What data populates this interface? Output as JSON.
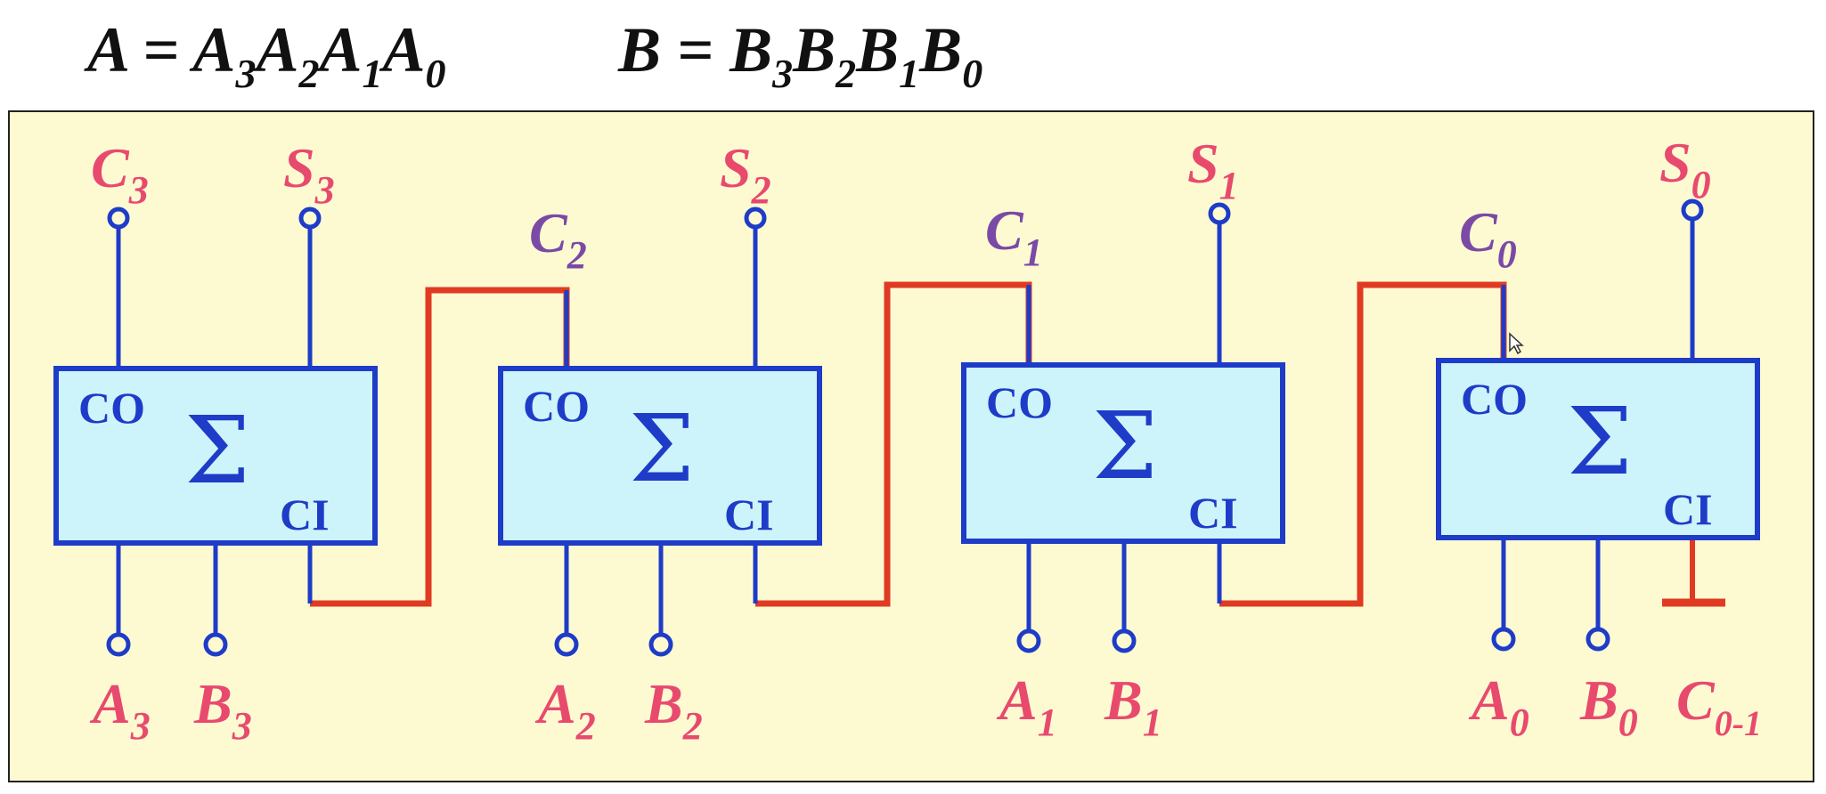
{
  "formula": {
    "a": {
      "base": "A",
      "equals": " = ",
      "terms": [
        {
          "letter": "A",
          "sub": "3"
        },
        {
          "letter": "A",
          "sub": "2"
        },
        {
          "letter": "A",
          "sub": "1"
        },
        {
          "letter": "A",
          "sub": "0"
        }
      ]
    },
    "b": {
      "base": "B",
      "equals": " = ",
      "terms": [
        {
          "letter": "B",
          "sub": "3"
        },
        {
          "letter": "B",
          "sub": "2"
        },
        {
          "letter": "B",
          "sub": "1"
        },
        {
          "letter": "B",
          "sub": "0"
        }
      ]
    }
  },
  "adder": {
    "symbol": "Σ",
    "carry_out_label": "CO",
    "carry_in_label": "CI"
  },
  "stages": [
    {
      "carry_out": {
        "letter": "C",
        "sub": "3"
      },
      "sum": {
        "letter": "S",
        "sub": "3"
      },
      "input_a": {
        "letter": "A",
        "sub": "3"
      },
      "input_b": {
        "letter": "B",
        "sub": "3"
      }
    },
    {
      "carry_out": {
        "letter": "C",
        "sub": "2"
      },
      "sum": {
        "letter": "S",
        "sub": "2"
      },
      "input_a": {
        "letter": "A",
        "sub": "2"
      },
      "input_b": {
        "letter": "B",
        "sub": "2"
      }
    },
    {
      "carry_out": {
        "letter": "C",
        "sub": "1"
      },
      "sum": {
        "letter": "S",
        "sub": "1"
      },
      "input_a": {
        "letter": "A",
        "sub": "1"
      },
      "input_b": {
        "letter": "B",
        "sub": "1"
      }
    },
    {
      "carry_out": {
        "letter": "C",
        "sub": "0"
      },
      "sum": {
        "letter": "S",
        "sub": "0"
      },
      "input_a": {
        "letter": "A",
        "sub": "0"
      },
      "input_b": {
        "letter": "B",
        "sub": "0"
      }
    }
  ],
  "carry_in": {
    "letter": "C",
    "sub": "0-1"
  },
  "colors": {
    "background": "#fdfad2",
    "box_fill": "#cdf4fb",
    "wire": "#1e3cc8",
    "carry_wire": "#e03a22",
    "pin_label": "#e84a6e",
    "carry_label": "#7a4aa6",
    "heading": "#111111"
  }
}
